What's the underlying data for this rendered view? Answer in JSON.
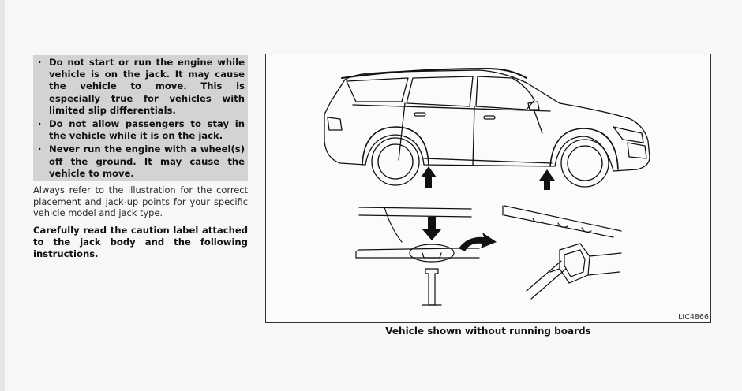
{
  "warnings": [
    {
      "text": "Do not start or run the engine while vehicle is on the jack. It may cause the vehicle to move. This is especially true for vehicles with limited slip differentials."
    },
    {
      "text": "Do not allow passengers to stay in the vehicle while it is on the jack."
    },
    {
      "text": "Never run the engine with a wheel(s) off the ground. It may cause the vehicle to move."
    }
  ],
  "body_text": "Always refer to the illustration for the correct placement and jack-up points for your specific vehicle model and jack type.",
  "body_bold": "Carefully read the caution label attached to the jack body and the following instructions.",
  "figure": {
    "code": "LIC4866",
    "caption": "Vehicle shown without running boards"
  }
}
